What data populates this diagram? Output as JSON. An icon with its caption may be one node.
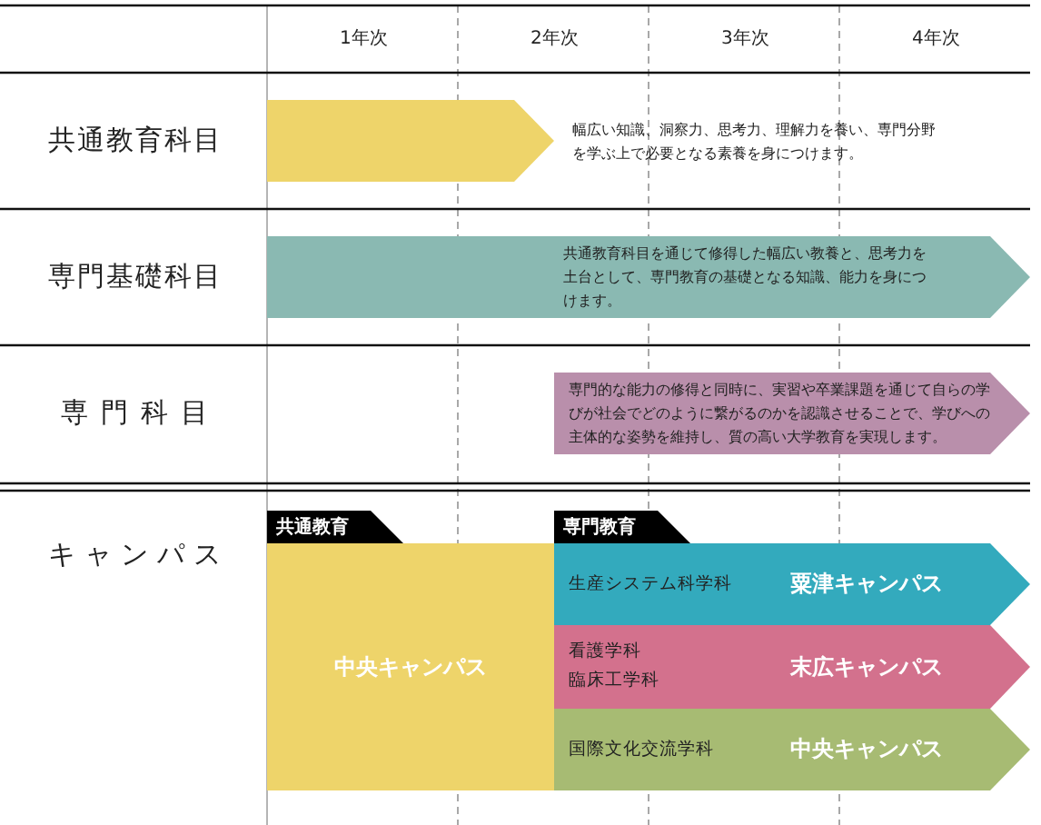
{
  "diagram": {
    "nodes": [
      {
        "text": [],
        "shape": "bar",
        "beside": [
          "幅広い知識、洞察力、思考力、理解力を養い、専門分野を学ぶ上で必要となる素養を身につけます。"
        ]
      },
      {
        "text": [
          "共通教育科目を通じて修得した幅広い教養と、思考力を土台として、専門教育の基礎となる知識、能力を身につけます。"
        ]
      },
      {
        "text": [
          "専門的な能力の修得と同時に、実習や卒業課題を通じて自らの学びが社会でどのように繋がるのかを認識させることで、学びへの主体的な姿勢を維持し、質の高い大学教育を実現します。"
        ]
      },
      {
        "text": [
          "共通教育"
        ]
      },
      {
        "text": [
          "中央キャンパス"
        ]
      },
      {
        "text": [
          "専門教育"
        ]
      },
      {
        "text": [
          "生産システム科学科",
          "粟津キャンパス"
        ]
      },
      {
        "text": [
          "看護学科",
          "臨床工学科",
          "末広キャンパス"
        ]
      },
      {
        "text": [
          "国際文化交流学科",
          "中央キャンパス"
        ]
      }
    ],
    "edges": [],
    "labels": [
      "1年次",
      "2年次",
      "3年次",
      "4年次",
      "共通教育科目",
      "専門基礎科目",
      "専門科目",
      "キャンパス"
    ]
  }
}
